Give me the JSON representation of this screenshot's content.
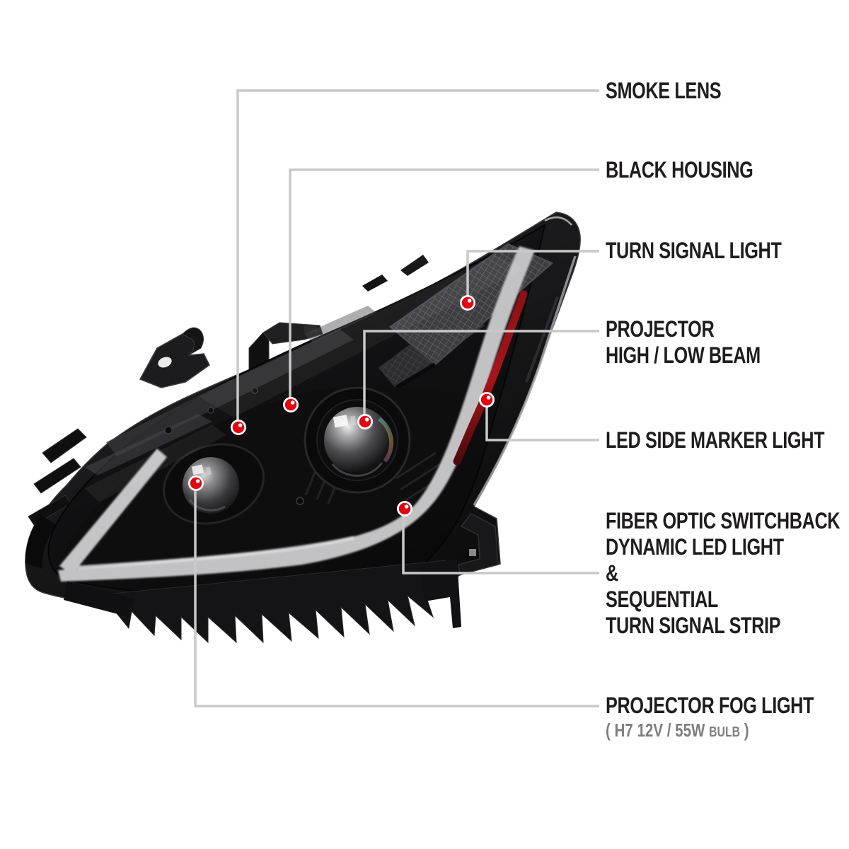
{
  "figure": {
    "type": "product-callout-diagram",
    "subject": "black projector headlight assembly, three-quarter view",
    "background": "#ffffff",
    "accent_red": "#e8000f",
    "leader_line_gray": "#c9c9c9",
    "label_text_color": "#201d1e",
    "sub_text_color": "#7e7e81"
  },
  "callouts": [
    {
      "id": "smoke-lens",
      "label": "SMOKE LENS"
    },
    {
      "id": "black-housing",
      "label": "BLACK HOUSING"
    },
    {
      "id": "turn-signal",
      "label": "TURN SIGNAL LIGHT"
    },
    {
      "id": "projector-beam",
      "label": "PROJECTOR",
      "label2": "HIGH / LOW BEAM"
    },
    {
      "id": "led-side-marker",
      "label": "LED SIDE MARKER LIGHT"
    },
    {
      "id": "fiber-optic",
      "label": "FIBER OPTIC SWITCHBACK",
      "label2": "DYNAMIC LED LIGHT",
      "label3": "&",
      "label4": "SEQUENTIAL",
      "label5": "TURN SIGNAL STRIP"
    },
    {
      "id": "fog-light",
      "label": "PROJECTOR FOG LIGHT",
      "sub_prefix": "( H7  12V / 55W",
      "sub_bulb": "BULB",
      "sub_suffix": ")"
    }
  ]
}
